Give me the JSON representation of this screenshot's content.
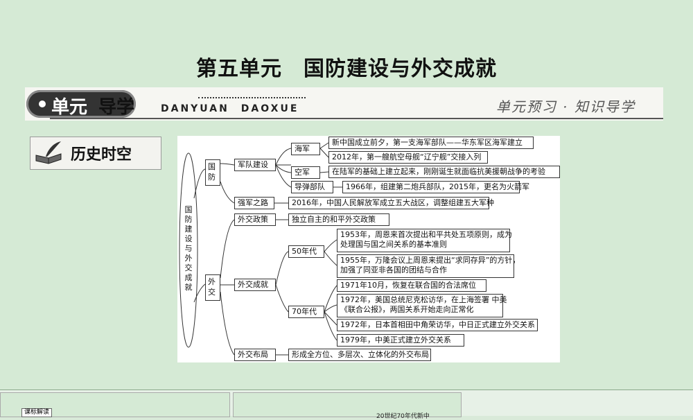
{
  "title": "第五单元　国防建设与外交成就",
  "banner": {
    "label_a": "单元",
    "label_b": "导学",
    "pinyin": "DANYUAN　DAOXUE",
    "right": "单元预习 · 知识导学"
  },
  "section_tag": "历史时空",
  "diagram": {
    "root": "国防建设与外交成就",
    "branch_defense": "国防",
    "branch_foreign": "外交",
    "army": "军队建设",
    "navy": "海军",
    "navy_1": "新中国成立前夕，第一支海军部队——华东军区海军建立",
    "navy_2": "2012年，第一艘航空母舰“辽宁舰”交接入列",
    "airforce": "空军",
    "airforce_1": "在陆军的基础上建立起来，刚刚诞生就面临抗美援朝战争的考验",
    "missile": "导弹部队",
    "missile_1": "1966年，组建第二炮兵部队，2015年，更名为火箭军",
    "strong": "强军之路",
    "strong_1": "2016年，中国人民解放军成立五大战区，调整组建五大军种",
    "policy": "外交政策",
    "policy_1": "独立自主的和平外交政策",
    "achieve": "外交成就",
    "s50": "50年代",
    "s50_1a": "1953年，周恩来首次提出和平共处五项原则，成为",
    "s50_1b": "处理国与国之间关系的基本准则",
    "s50_2a": "1955年，万隆会议上周恩来提出“求同存异”的方针，",
    "s50_2b": "加强了同亚非各国的团结与合作",
    "s70": "70年代",
    "s70_1": "1971年10月，恢复在联合国的合法席位",
    "s70_2a": "1972年，美国总统尼克松访华，在上海签署 中美",
    "s70_2b": "《联合公报》，两国关系开始走向正常化",
    "s70_3": "1972年，日本首相田中角荣访华，中日正式建立外交关系",
    "s70_4": "1979年，中美正式建立外交关系",
    "layout": "外交布局",
    "layout_1": "形成全方位、多层次、立体化的外交布局"
  },
  "thumbnails": {
    "left_label": "课标解读",
    "right_text": "20世纪70年代新中"
  }
}
